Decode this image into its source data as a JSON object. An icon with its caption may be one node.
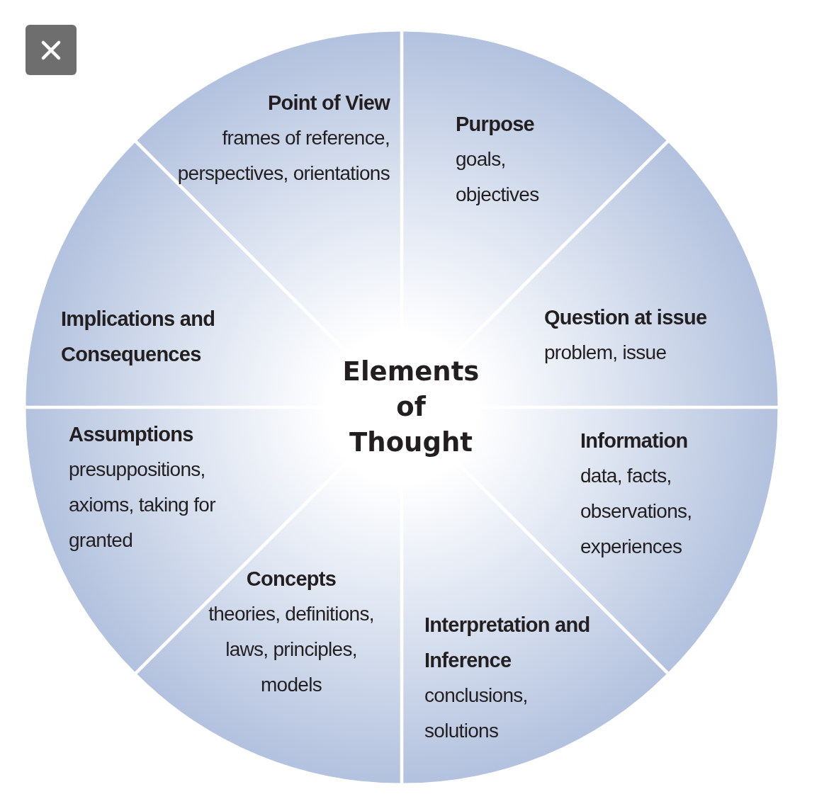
{
  "diagram": {
    "nodes": [
      {
        "text": [
          "Elements of Thought"
        ]
      },
      {
        "text": [
          "Point of View",
          "frames of reference, perspectives, orientations"
        ]
      },
      {
        "text": [
          "Purpose",
          "goals, objectives"
        ]
      },
      {
        "text": [
          "Question at issue",
          "problem, issue"
        ]
      },
      {
        "text": [
          "Information",
          "data, facts, observations, experiences"
        ]
      },
      {
        "text": [
          "Interpretation and Inference",
          "conclusions, solutions"
        ]
      },
      {
        "text": [
          "Concepts",
          "theories, definitions, laws, principles, models"
        ]
      },
      {
        "text": [
          "Assumptions",
          "presuppositions, axioms, taking for granted"
        ]
      },
      {
        "text": [
          "Implications and Consequences"
        ]
      }
    ]
  }
}
